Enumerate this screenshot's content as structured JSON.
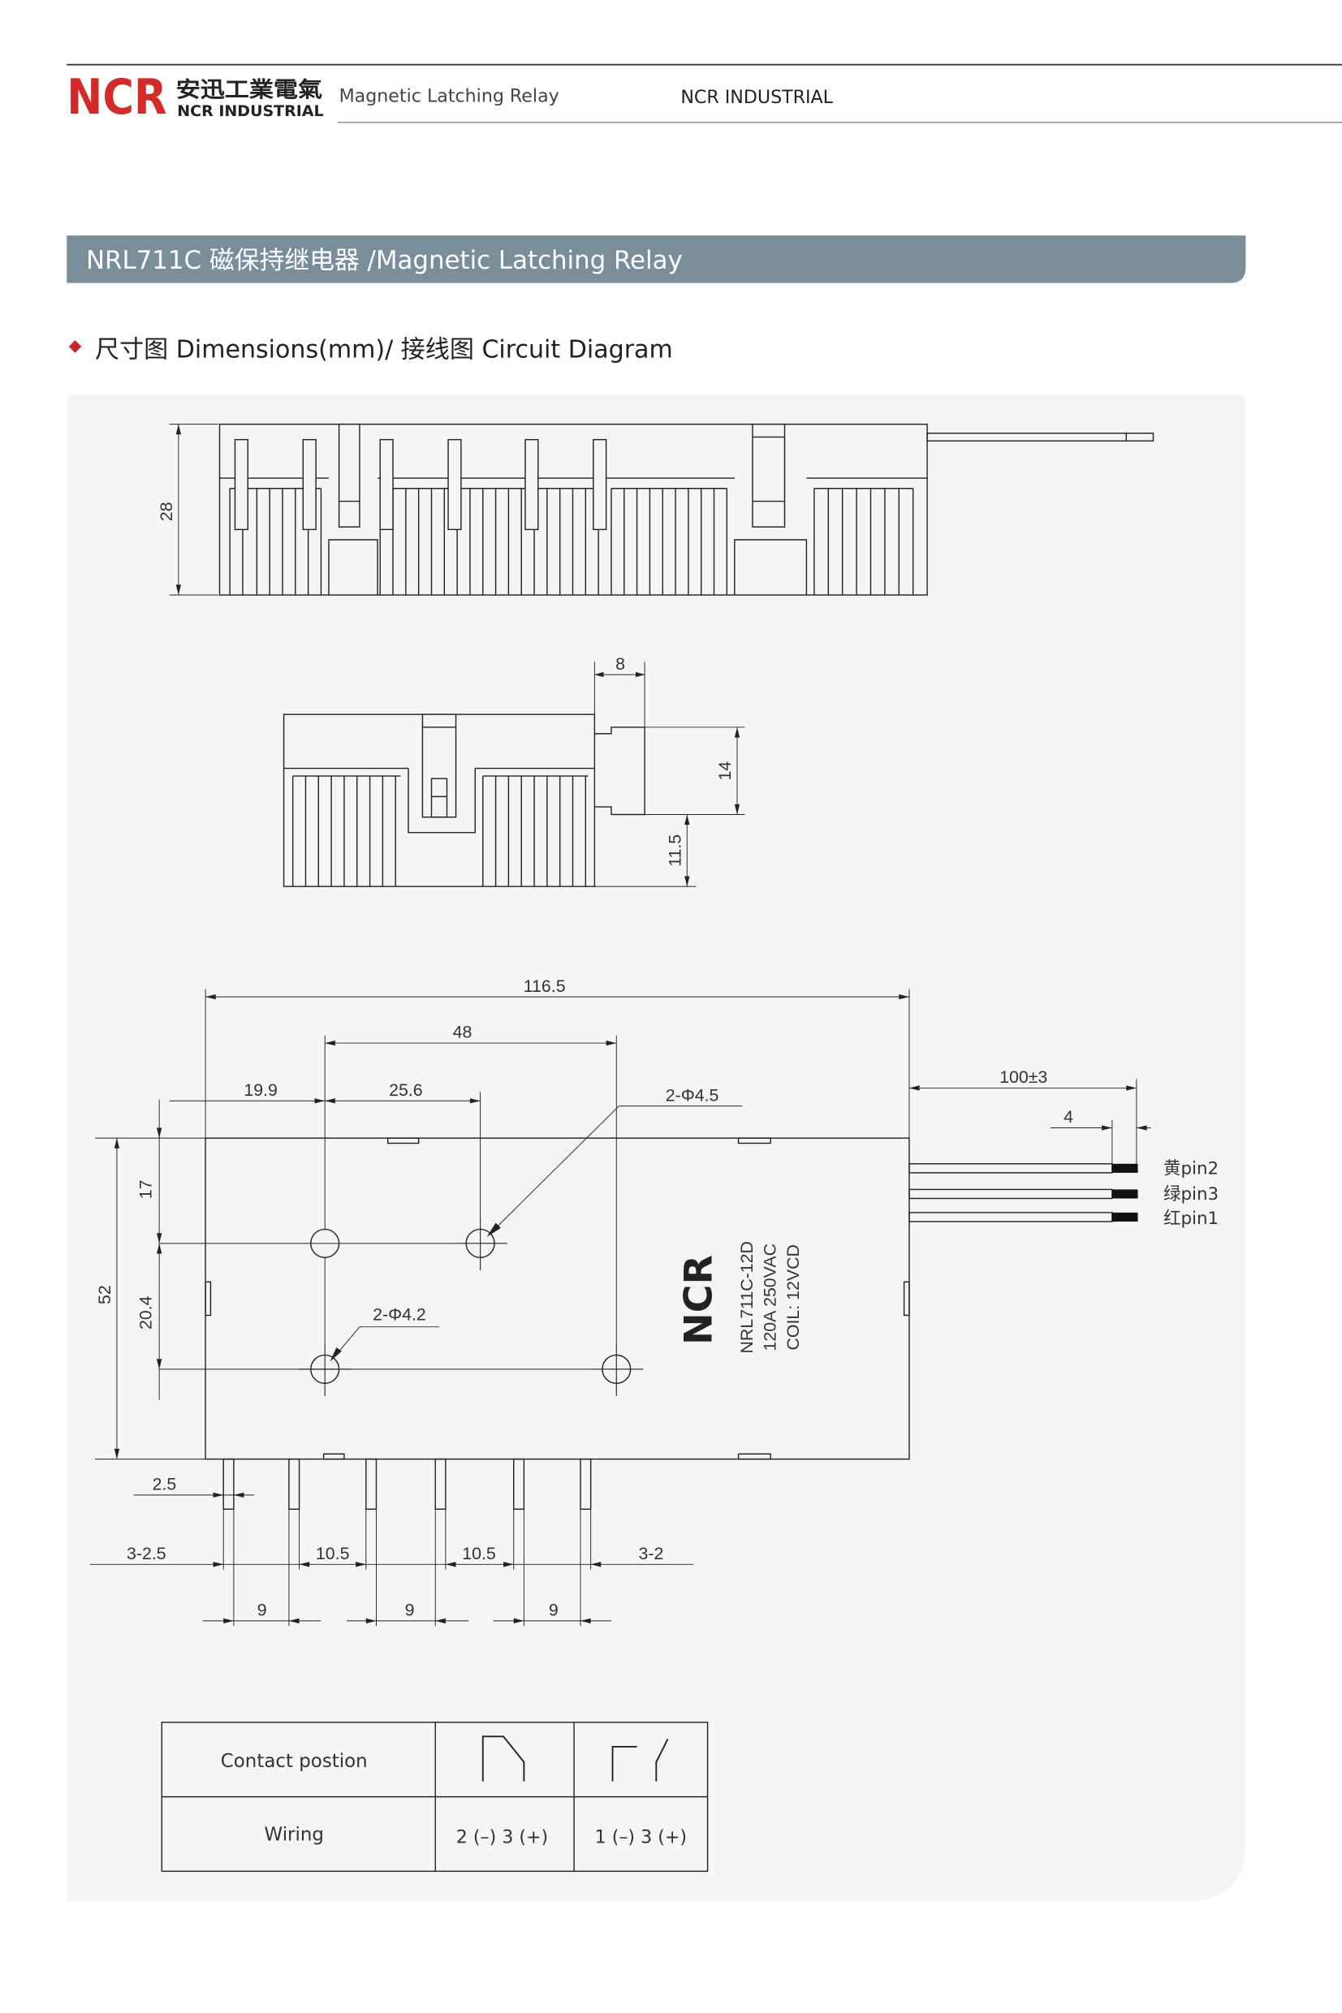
{
  "header": {
    "logo_mark": "NCR",
    "company_cn": "安迅工業電氣",
    "company_en": "NCR INDUSTRIAL",
    "subtitle": "Magnetic Latching Relay",
    "right_label": "NCR INDUSTRIAL"
  },
  "title_bar": {
    "text": "NRL711C 磁保持继电器 /Magnetic Latching Relay"
  },
  "section": {
    "text": "尺寸图 Dimensions(mm)/ 接线图 Circuit Diagram"
  },
  "side_view": {
    "height_label": "28"
  },
  "end_view": {
    "width_label": "8",
    "height_label_1": "14",
    "height_label_2": "11.5"
  },
  "top_view": {
    "overall_length": "116.5",
    "hole_spacing": "48",
    "offset_1": "19.9",
    "offset_2": "25.6",
    "hole_large": "2-Φ4.5",
    "hole_small": "2-Φ4.2",
    "height_overall": "52",
    "height_1": "17",
    "height_2": "20.4",
    "lead_length": "100±3",
    "lead_strip": "4",
    "wires": [
      {
        "label": "黄pin2",
        "color": "#111111"
      },
      {
        "label": "绿pin3",
        "color": "#111111"
      },
      {
        "label": "红pin1",
        "color": "#111111"
      }
    ],
    "body_logo": "NCR",
    "body_text": [
      "NRL711C-12D",
      "120A 250VAC",
      "COIL: 12VCD"
    ],
    "terminal_width": "2.5",
    "bottom_dims": [
      "3-2.5",
      "10.5",
      "10.5",
      "3-2",
      "9",
      "9",
      "9"
    ]
  },
  "table": {
    "row1_label": "Contact postion",
    "row2_label": "Wiring",
    "wiring_1": "2 (–) 3 (+)",
    "wiring_2": "1 (–) 3 (+)"
  }
}
